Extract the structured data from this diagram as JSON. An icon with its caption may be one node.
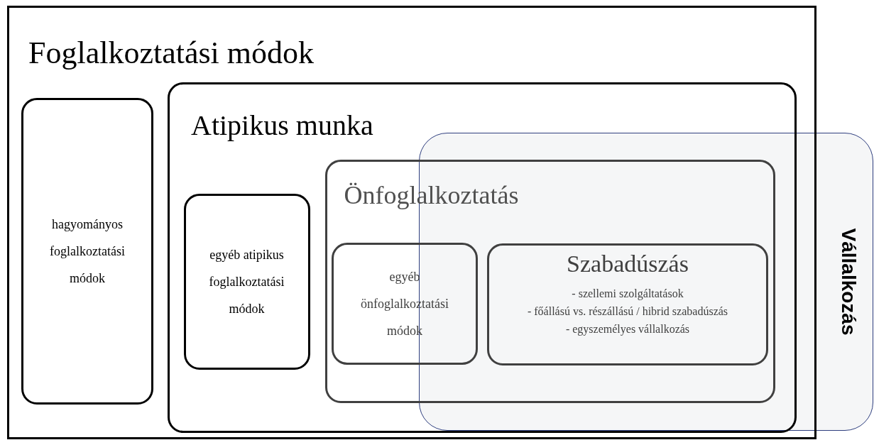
{
  "diagram": {
    "nodes": [
      {
        "text": [
          "Foglalkoztatási módok"
        ]
      },
      {
        "text": [
          "hagyományos foglalkoztatási módok"
        ],
        "in": 0
      },
      {
        "text": [
          "Atipikus munka"
        ],
        "in": 0
      },
      {
        "text": [
          "egyéb atipikus foglalkoztatási módok"
        ],
        "in": 2
      },
      {
        "text": [
          "Önfoglalkoztatás"
        ],
        "in": 2
      },
      {
        "text": [
          "egyéb önfoglalkoztatási módok"
        ],
        "in": 4
      },
      {
        "text": [
          "Szabadúszás",
          "- szellemi szolgáltatások",
          "- főállású vs. részállású / hibrid szabadúszás",
          "- egyszemélyes vállalkozás"
        ]
      },
      {
        "text": [
          "Vállalkozás"
        ]
      }
    ]
  }
}
